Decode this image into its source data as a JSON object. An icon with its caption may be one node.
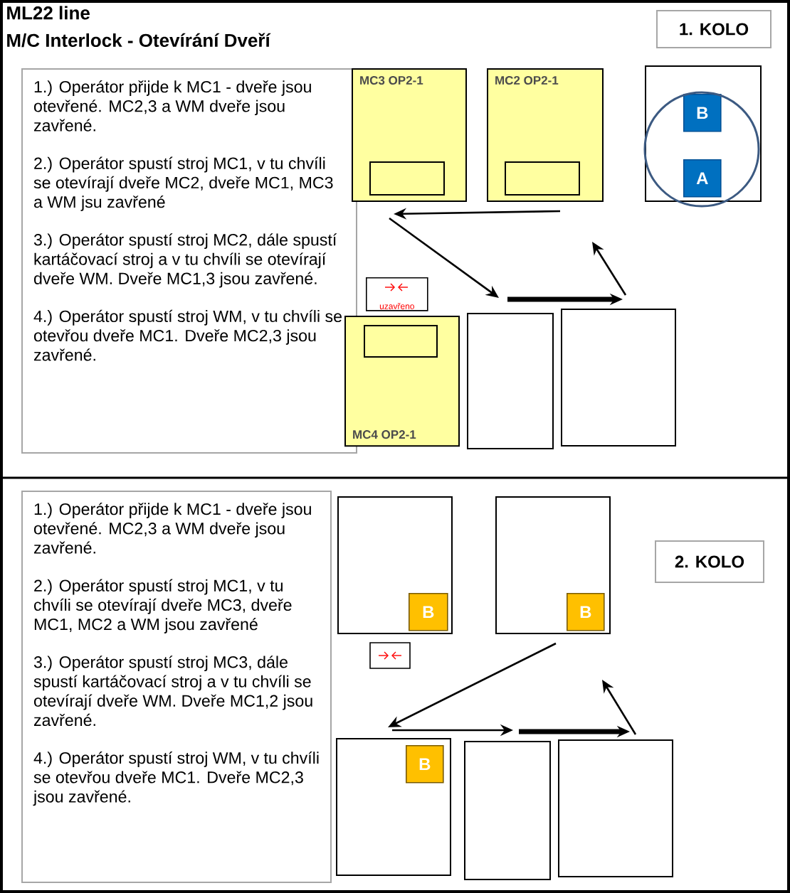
{
  "diagram": {
    "title": "ML22 line",
    "nodes": [
      {
        "text": [
          "1.) Operátor přijde k MC1 - dveře jsou otevřené. MC2,3 a WM dveře jsou zavřené.",
          "2.) Operátor spustí stroj MC1, v tu chvíli se otevírají dveře MC2, dveře MC1, MC3 a WM jsu zavřené",
          "3.) Operátor spustí stroj MC2, dále spustí kartáčovací stroj a v tu chvíli se otevírají dveře WM. Dveře MC1,3 jsou zavřené.",
          "4.) Operátor spustí stroj WM, v tu chvíli se otevřou dveře MC1. Dveře MC2,3 jsou zavřené."
        ]
      },
      {
        "text": [
          "1. KOLO"
        ]
      },
      {
        "text": [
          "MC3 OP2-1"
        ]
      },
      {
        "text": [
          "MC2 OP2-1"
        ]
      },
      {
        "text": [],
        "shape": "box"
      },
      {
        "text": [
          "B"
        ],
        "in": 4
      },
      {
        "text": [
          "A"
        ],
        "in": 4
      },
      {
        "text": [
          "uzavřeno"
        ]
      },
      {
        "text": [
          "MC4 OP2-1"
        ]
      },
      {
        "text": [],
        "shape": "box"
      },
      {
        "text": [],
        "shape": "box"
      },
      {
        "text": [
          "1.) Operátor přijde k MC1 - dveře jsou otevřené. MC2,3 a WM dveře jsou zavřené.",
          "2.) Operátor spustí stroj MC1, v tu chvíli se otevírají dveře MC3, dveře MC1, MC2 a WM jsou zavřené",
          "3.) Operátor spustí stroj MC3, dále spustí kartáčovací stroj a v tu chvíli se otevírají dveře WM. Dveře MC1,2 jsou zavřené.",
          "4.) Operátor spustí stroj WM, v tu chvíli se otevřou dveře MC1. Dveře MC2,3 jsou zavřené."
        ]
      },
      {
        "text": [
          "2. KOLO"
        ]
      },
      {
        "text": [],
        "shape": "box"
      },
      {
        "text": [
          "B"
        ],
        "in": 13
      },
      {
        "text": [],
        "shape": "box"
      },
      {
        "text": [
          "B"
        ],
        "in": 15
      },
      {
        "text": [],
        "shape": "box"
      },
      {
        "text": [
          "B"
        ],
        "in": 17
      },
      {
        "text": [],
        "shape": "box"
      },
      {
        "text": [],
        "shape": "box"
      }
    ],
    "edges": [
      {
        "from": 3,
        "to": 2,
        "arrow": "to"
      },
      {
        "from": 2,
        "to": 9,
        "arrow": "to"
      },
      {
        "from": 9,
        "to": 10,
        "arrow": "to",
        "style": "thick"
      },
      {
        "from": 10,
        "to": null,
        "arrow": "to"
      },
      {
        "from": 15,
        "to": 17,
        "arrow": "to"
      },
      {
        "from": 17,
        "to": 19,
        "arrow": "to"
      },
      {
        "from": 19,
        "to": 20,
        "arrow": "to",
        "style": "thick"
      },
      {
        "from": 20,
        "to": null,
        "arrow": "to"
      }
    ],
    "labels": [
      "M/C Interlock - Otevírání Dveří"
    ]
  }
}
